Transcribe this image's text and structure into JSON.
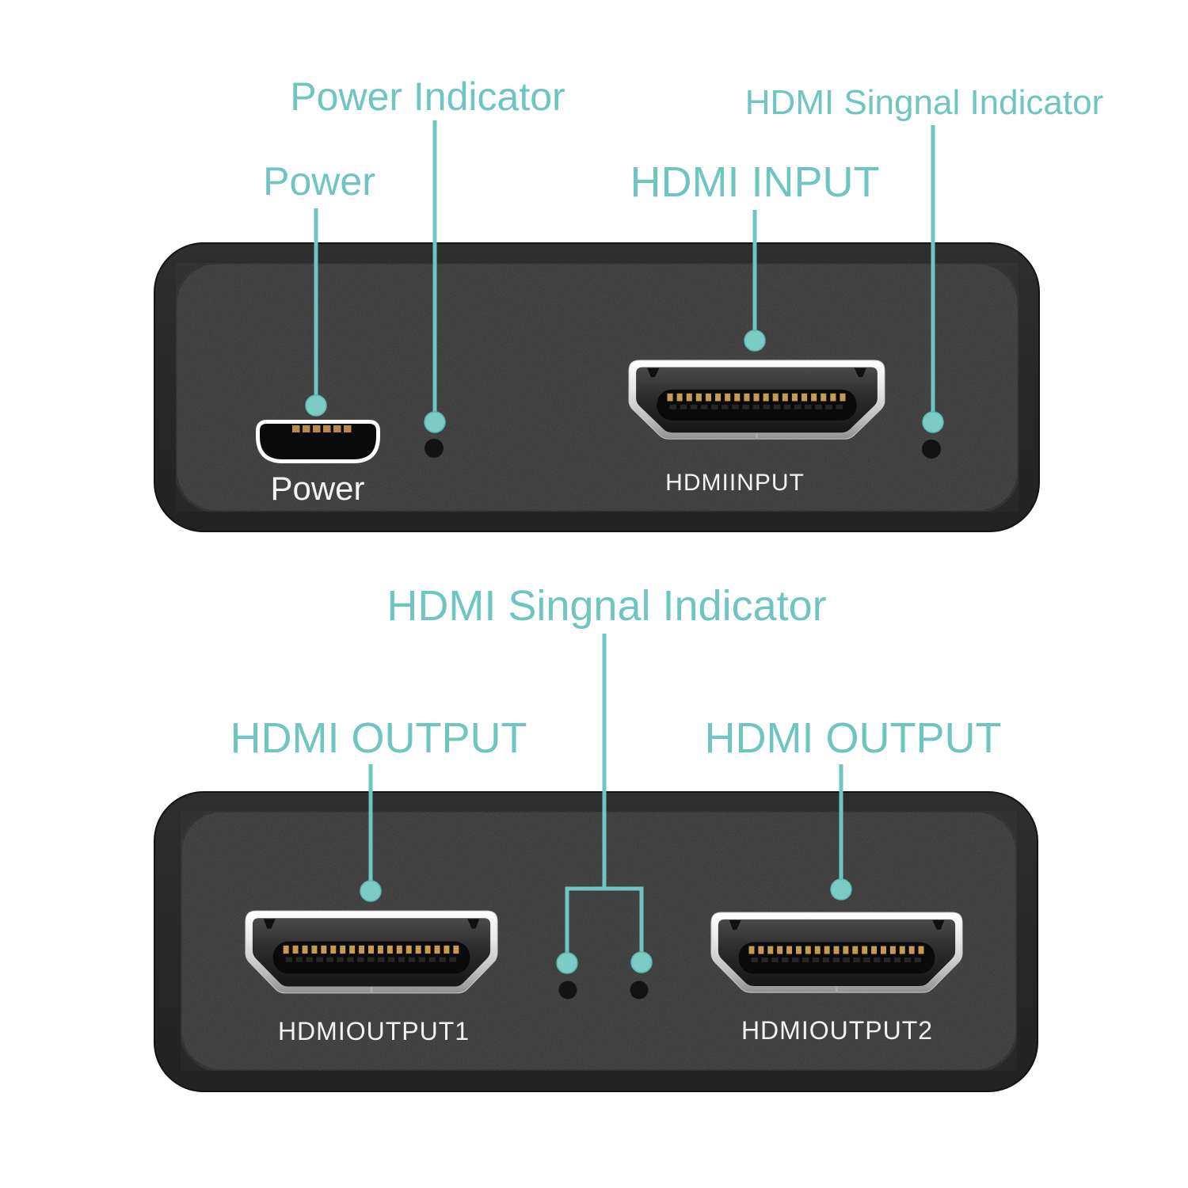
{
  "colors": {
    "accent_teal": "#6fc5bf",
    "annotation_dot_fill": "#7ccbc5",
    "device_body": "#2a2a2a",
    "device_panel": "#303030",
    "port_silver": "#e6e6e6",
    "pin_gold": "#c59a55",
    "led_black": "#131313",
    "text_white": "#f2f2f2",
    "background": "#ffffff"
  },
  "annotations": {
    "power_indicator": "Power Indicator",
    "power": "Power",
    "hdmi_input": "HDMI INPUT",
    "hdmi_signal_top": "HDMI Singnal Indicator",
    "hdmi_signal_middle": "HDMI Singnal Indicator",
    "hdmi_output_left": "HDMI OUTPUT",
    "hdmi_output_right": "HDMI OUTPUT"
  },
  "front_panel": {
    "power_port_label": "Power",
    "hdmi_input_label": "HDMIINPUT"
  },
  "rear_panel": {
    "hdmi_output1_label": "HDMIOUTPUT1",
    "hdmi_output2_label": "HDMIOUTPUT2"
  }
}
